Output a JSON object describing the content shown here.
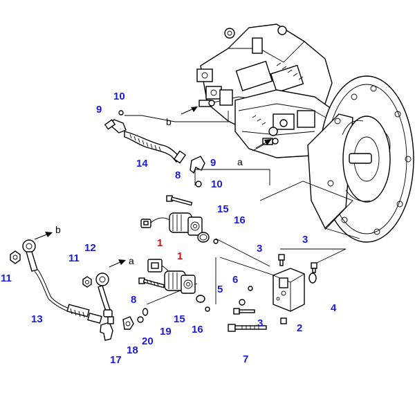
{
  "colors": {
    "callout_blue": "#1a1adb",
    "callout_red": "#cc1111",
    "line": "#000000",
    "background": "#ffffff"
  },
  "callouts": {
    "c10a": "10",
    "c9a": "9",
    "c14": "14",
    "c9b": "9",
    "c8a": "8",
    "c10b": "10",
    "c15a": "15",
    "c16a": "16",
    "c1a": "1",
    "c11a": "11",
    "c12": "12",
    "c11b": "11",
    "c1b": "1",
    "c3a": "3",
    "c3b": "3",
    "c8b": "8",
    "c5": "5",
    "c6": "6",
    "c4": "4",
    "c13": "13",
    "c15b": "15",
    "c16b": "16",
    "c19": "19",
    "c20": "20",
    "c3c": "3",
    "c2": "2",
    "c18": "18",
    "c17": "17",
    "c7": "7"
  },
  "letters": {
    "b1": "b",
    "a1": "a",
    "b2": "b",
    "a2": "a"
  }
}
